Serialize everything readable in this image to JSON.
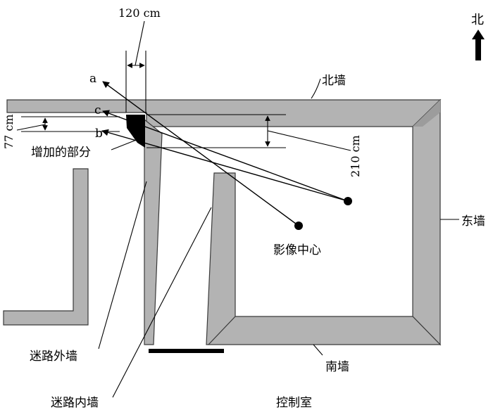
{
  "labels": {
    "north_arrow": "北",
    "north_wall": "北墙",
    "east_wall": "东墙",
    "south_wall": "南墙",
    "maze_outer_wall": "迷路外墙",
    "maze_inner_wall": "迷路内墙",
    "control_room": "控制室",
    "image_center": "影像中心",
    "added_part": "增加的部分"
  },
  "dimensions": {
    "top_width": "120 cm",
    "left_gap": "77 cm",
    "right_gap": "210 cm"
  },
  "rays": {
    "a": "a",
    "b": "b",
    "c": "c"
  },
  "colors": {
    "wall_fill": "#b3b3b3",
    "wall_dark": "#9a9a9a",
    "added_part": "#000000",
    "line": "#000000"
  }
}
